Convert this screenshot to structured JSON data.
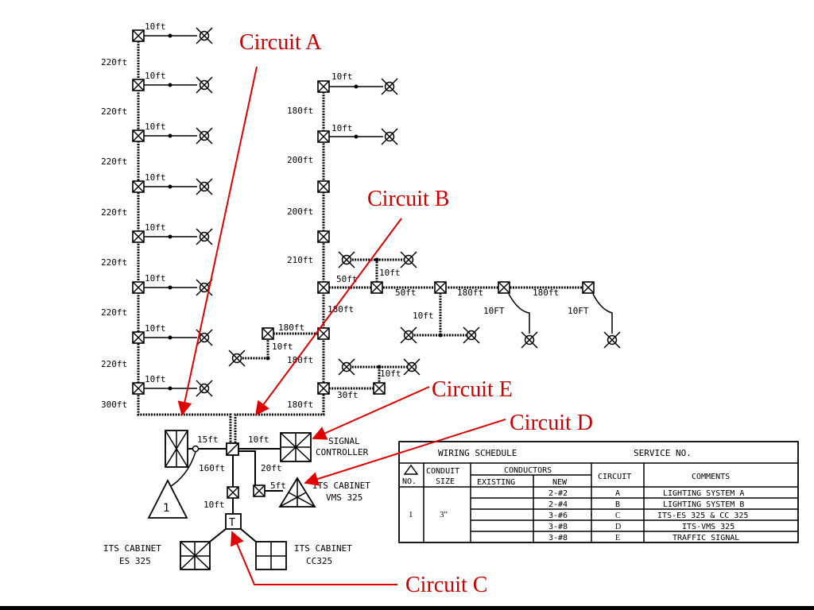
{
  "colors": {
    "callout": "#cc0000",
    "ink": "#000000",
    "background": "#ffffff"
  },
  "callouts": {
    "a": "Circuit A",
    "b": "Circuit B",
    "c": "Circuit C",
    "d": "Circuit D",
    "e": "Circuit E"
  },
  "distances": {
    "d10ft": "10ft",
    "d10FT": "10FT",
    "d220ft": "220ft",
    "d300ft": "300ft",
    "d180ft": "180ft",
    "d200ft": "200ft",
    "d210ft": "210ft",
    "d50ft": "50ft",
    "d15ft": "15ft",
    "d160ft": "160ft",
    "d20ft": "20ft",
    "d5ft": "5ft",
    "d30ft": "30ft"
  },
  "equipment": {
    "signal_controller_line1": "SIGNAL",
    "signal_controller_line2": "CONTROLLER",
    "its_vms_line1": "ITS CABINET",
    "its_vms_line2": "VMS 325",
    "its_es_line1": "ITS CABINET",
    "its_es_line2": "ES 325",
    "its_cc_line1": "ITS CABINET",
    "its_cc_line2": "CC325",
    "transformer_mark": "T",
    "service_mark": "1"
  },
  "schedule": {
    "title": "WIRING SCHEDULE",
    "service_no": "SERVICE NO.",
    "headers": {
      "no": "NO.",
      "conduit_line1": "CONDUIT",
      "conduit_line2": "SIZE",
      "conductors": "CONDUCTORS",
      "existing": "EXISTING",
      "new": "NEW",
      "circuit": "CIRCUIT",
      "comments": "COMMENTS"
    },
    "row_no": "1",
    "conduit_size": "3\"",
    "rows": [
      {
        "new": "2-#2",
        "circuit": "A",
        "comment": "LIGHTING SYSTEM A"
      },
      {
        "new": "2-#4",
        "circuit": "B",
        "comment": "LIGHTING SYSTEM B"
      },
      {
        "new": "3-#6",
        "circuit": "C",
        "comment": "ITS-ES 325 & CC 325"
      },
      {
        "new": "3-#8",
        "circuit": "D",
        "comment": "ITS-VMS 325"
      },
      {
        "new": "3-#8",
        "circuit": "E",
        "comment": "TRAFFIC SIGNAL"
      }
    ]
  }
}
